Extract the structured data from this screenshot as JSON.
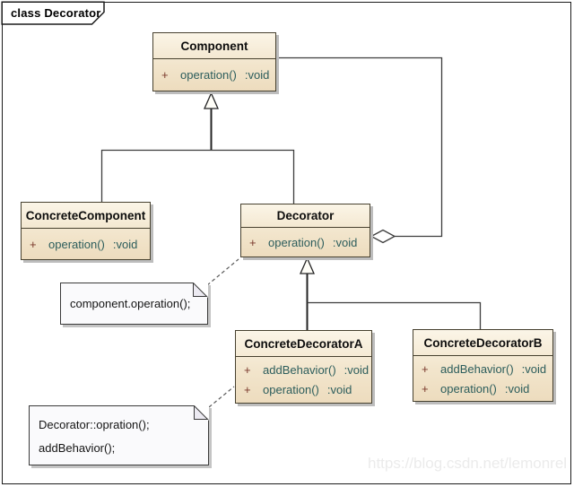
{
  "diagram": {
    "frame_label": "class Decorator",
    "watermark": "https://blog.csdn.net/lemonrel"
  },
  "colors": {
    "box_fill_top": "#fbf5e7",
    "box_fill_bottom": "#eddcbe",
    "box_border": "#47412f",
    "visibility_text": "#7a392c",
    "method_text": "#2c5d5c",
    "note_fill": "#fafafc",
    "note_fold": "#eceaf2",
    "connector_line": "#3d3d3d",
    "shadow": "#bdbdbd",
    "watermark_text": "#ebebeb"
  },
  "classes": [
    {
      "name": "Component",
      "methods": [
        {
          "visibility": "+",
          "signature": "operation()",
          "returns": ":void"
        }
      ]
    },
    {
      "name": "ConcreteComponent",
      "methods": [
        {
          "visibility": "+",
          "signature": "operation()",
          "returns": ":void"
        }
      ]
    },
    {
      "name": "Decorator",
      "methods": [
        {
          "visibility": "+",
          "signature": "operation()",
          "returns": ":void"
        }
      ]
    },
    {
      "name": "ConcreteDecoratorA",
      "methods": [
        {
          "visibility": "+",
          "signature": "addBehavior()",
          "returns": ":void"
        },
        {
          "visibility": "+",
          "signature": "operation()",
          "returns": ":void"
        }
      ]
    },
    {
      "name": "ConcreteDecoratorB",
      "methods": [
        {
          "visibility": "+",
          "signature": "addBehavior()",
          "returns": ":void"
        },
        {
          "visibility": "+",
          "signature": "operation()",
          "returns": ":void"
        }
      ]
    }
  ],
  "notes": [
    {
      "lines": [
        "component.operation();"
      ]
    },
    {
      "lines": [
        "Decorator::opration();",
        "addBehavior();"
      ]
    }
  ],
  "relationships": [
    {
      "type": "generalization",
      "from": "ConcreteComponent",
      "to": "Component"
    },
    {
      "type": "generalization",
      "from": "Decorator",
      "to": "Component"
    },
    {
      "type": "generalization",
      "from": "ConcreteDecoratorA",
      "to": "Decorator"
    },
    {
      "type": "generalization",
      "from": "ConcreteDecoratorB",
      "to": "Decorator"
    },
    {
      "type": "aggregation",
      "from": "Decorator",
      "to": "Component"
    },
    {
      "type": "note-link",
      "from": "note-component-operation",
      "to": "Decorator"
    },
    {
      "type": "note-link",
      "from": "note-decorator-opration",
      "to": "ConcreteDecoratorA"
    }
  ]
}
